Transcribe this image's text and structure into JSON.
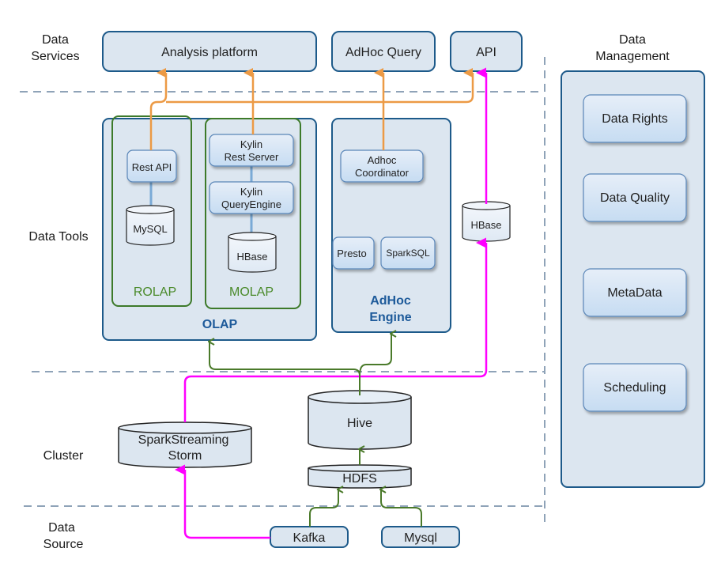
{
  "layers": {
    "data_services": [
      "Data",
      "Services"
    ],
    "data_tools": "Data Tools",
    "cluster": "Cluster",
    "data_source": [
      "Data",
      "Source"
    ],
    "data_management": [
      "Data",
      "Management"
    ]
  },
  "services": {
    "analysis_platform": "Analysis platform",
    "adhoc_query": "AdHoc Query",
    "api": "API"
  },
  "olap": {
    "title": "OLAP",
    "rolap": {
      "title": "ROLAP",
      "rest_api": "Rest API",
      "mysql": "MySQL"
    },
    "molap": {
      "title": "MOLAP",
      "kylin_rest": [
        "Kylin",
        "Rest Server"
      ],
      "kylin_query": [
        "Kylin",
        "QueryEngine"
      ],
      "hbase": "HBase"
    }
  },
  "adhoc_engine": {
    "title": [
      "AdHoc",
      "Engine"
    ],
    "coordinator": [
      "Adhoc",
      "Coordinator"
    ],
    "presto": "Presto",
    "sparksql": "SparkSQL"
  },
  "hbase_standalone": "HBase",
  "cluster": {
    "streaming": [
      "SparkStreaming",
      "Storm"
    ],
    "hive": "Hive",
    "hdfs": "HDFS"
  },
  "sources": {
    "kafka": "Kafka",
    "mysql": "Mysql"
  },
  "management": {
    "items": [
      "Data Rights",
      "Data Quality",
      "MetaData",
      "Scheduling"
    ]
  },
  "colors": {
    "orange": "#ec9a45",
    "magenta": "#ff00ff",
    "green": "#4a7a2a",
    "blue_border": "#1d5a8a",
    "box_fill": "#dce6f0"
  }
}
